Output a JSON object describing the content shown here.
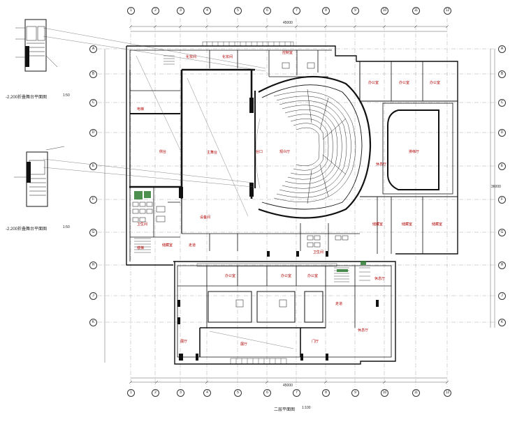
{
  "titles": {
    "main_plan": "二层平面图",
    "main_scale": "1:100",
    "detail_top": "-2.200折叠舞台平面图",
    "detail_top_scale": "1:50",
    "detail_bottom": "-2.200折叠舞台平面图",
    "detail_bottom_scale": "1:50"
  },
  "dimensions": {
    "overall_top": "45000",
    "overall_bottom": "45000",
    "overall_side": "36000"
  },
  "axes": {
    "top": [
      "1",
      "2",
      "3",
      "4",
      "5",
      "6",
      "7",
      "8",
      "9",
      "10",
      "11",
      "12"
    ],
    "left": [
      "A",
      "B",
      "C",
      "D",
      "E",
      "F",
      "G",
      "H",
      "J",
      "K"
    ]
  },
  "rooms": {
    "stage_main": "主舞台",
    "stage_side": "侧台",
    "stage_front": "台口",
    "audience": "观众厅",
    "rehearsal": "排练厅",
    "lobby": "休息厅",
    "wc": "卫生间",
    "office": "办公室",
    "storage": "储藏室",
    "elevator": "电梯",
    "stair": "楼梯",
    "dressing": "化妆间",
    "control": "控制室",
    "equipment": "设备间",
    "corridor": "走道",
    "exhibit": "展厅",
    "entrance": "门厅"
  },
  "colors": {
    "wall": "#111111",
    "axis": "#8a8a8a",
    "annot": "#b00000",
    "green": "#2e7d32"
  }
}
